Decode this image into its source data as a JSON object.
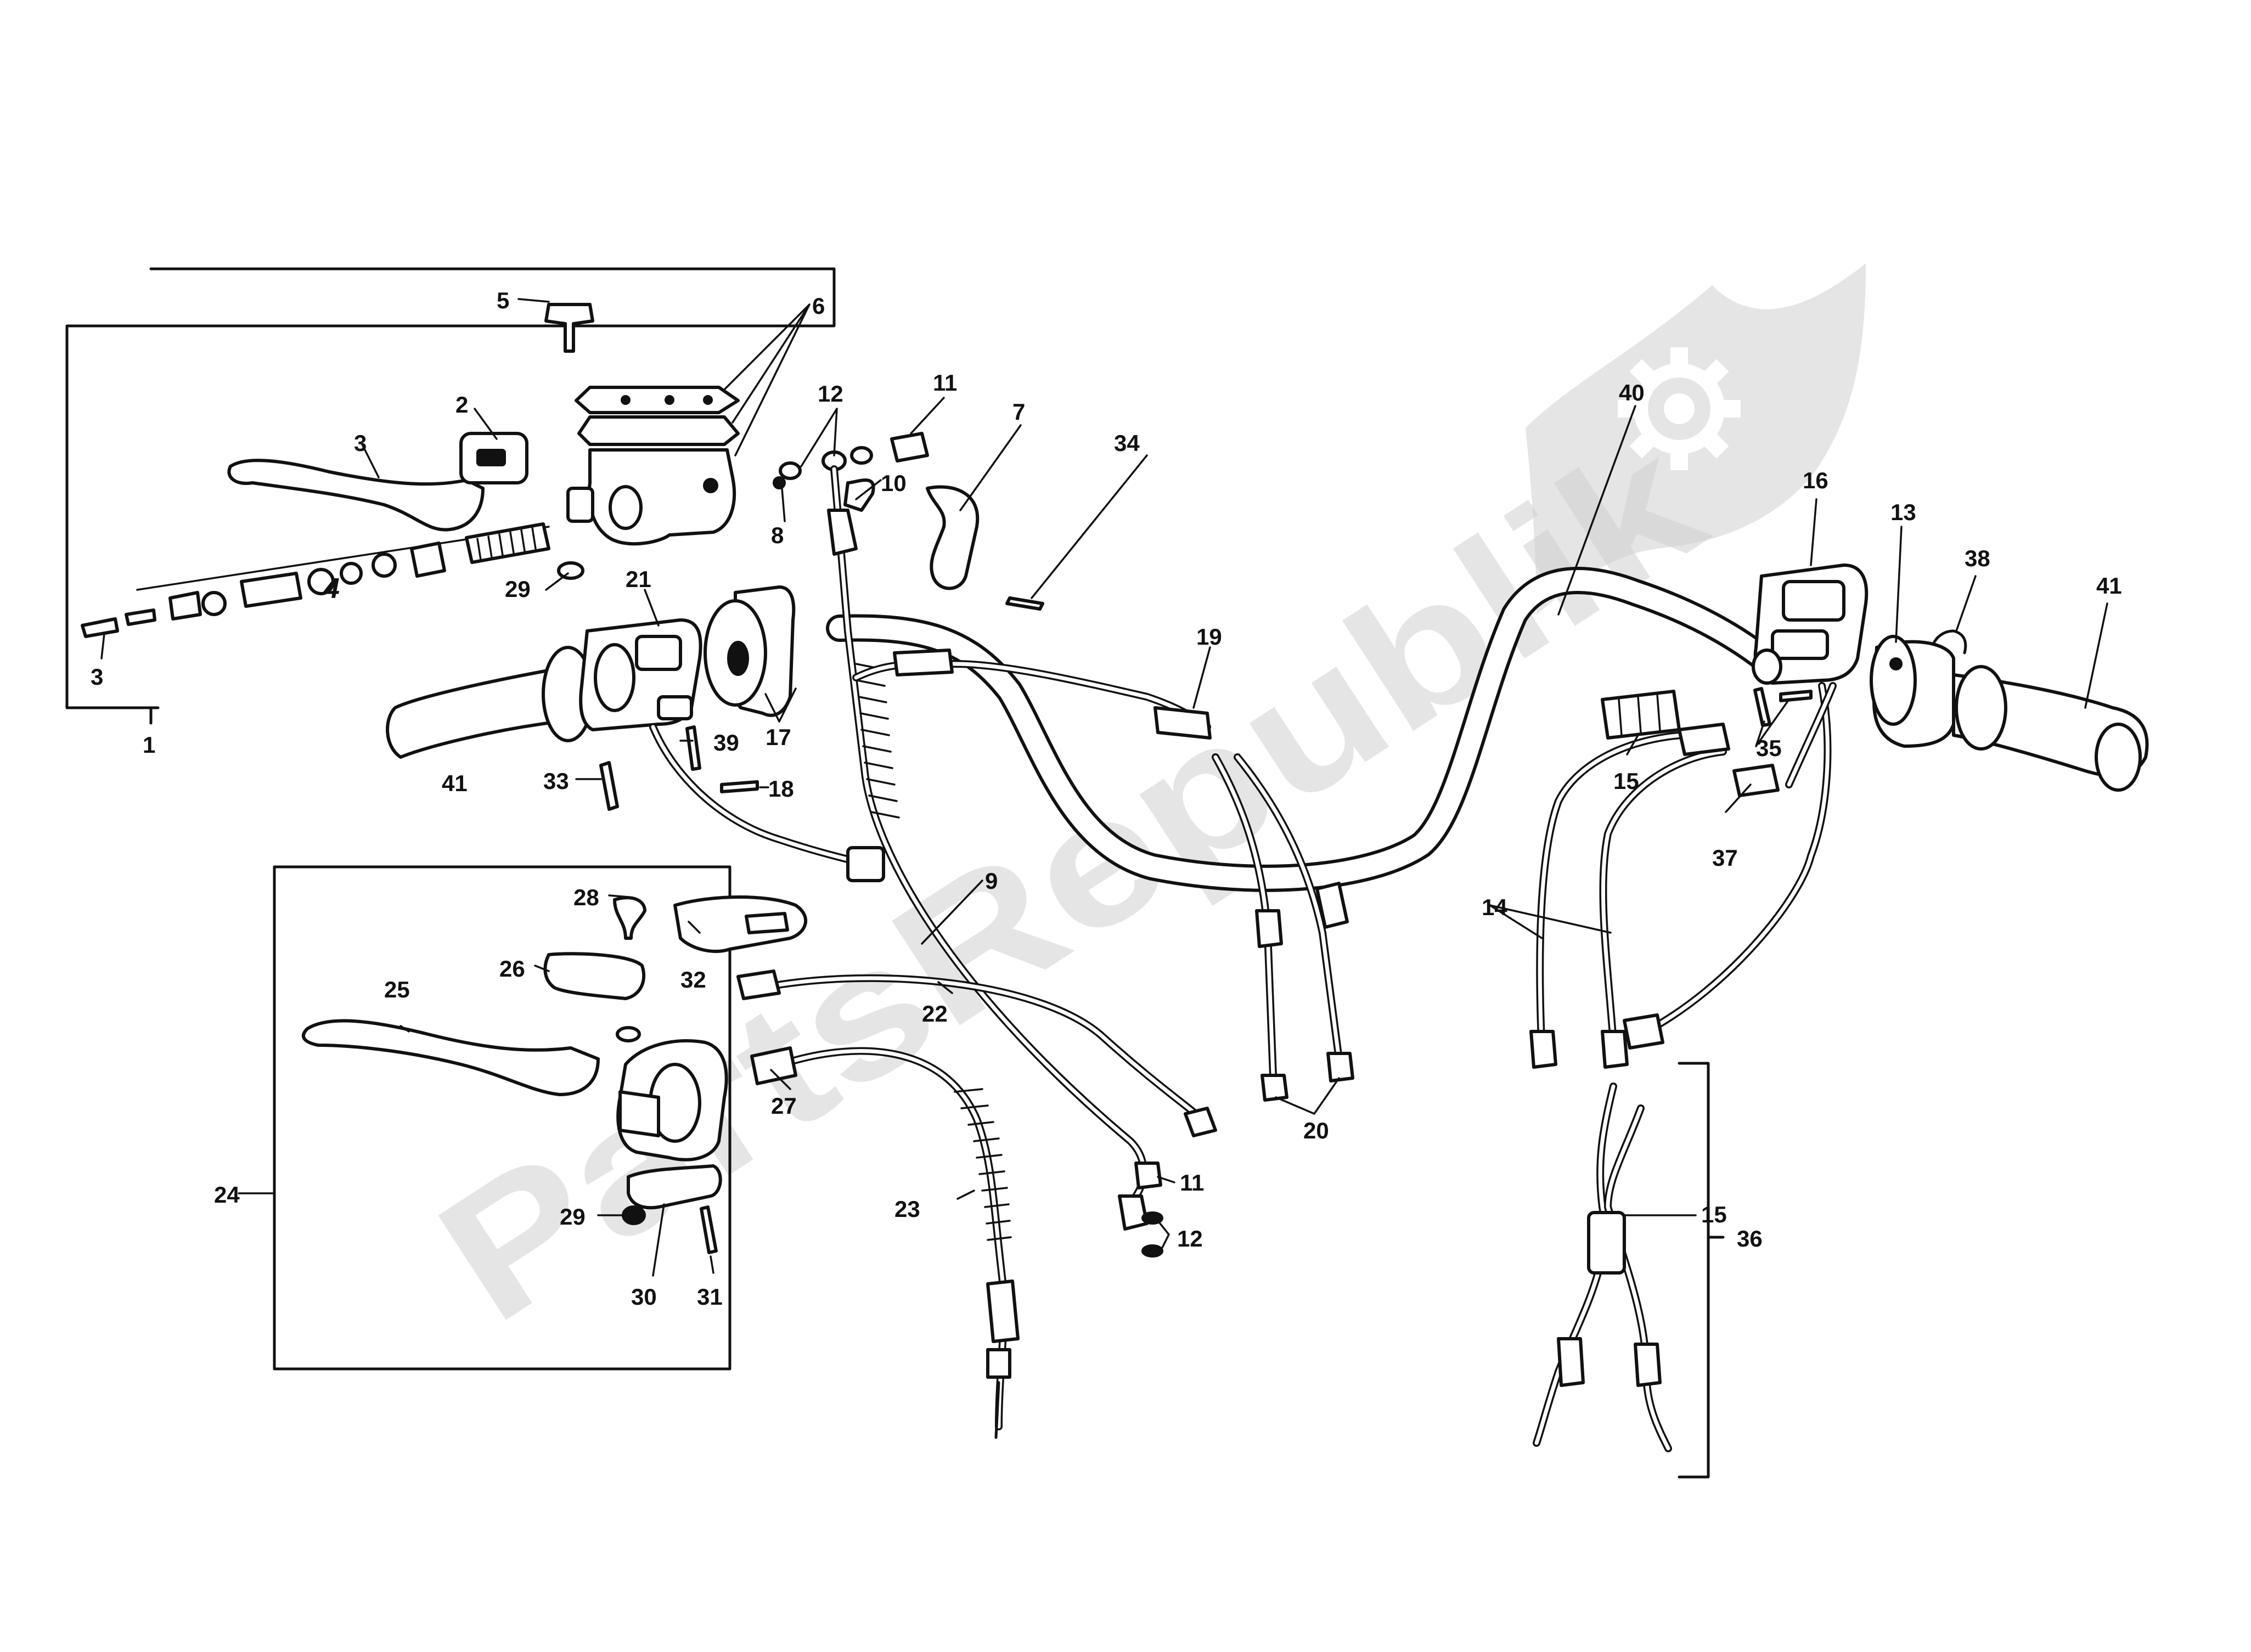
{
  "diagram": {
    "watermark": "PartsRepublik",
    "labels": [
      {
        "id": "l5",
        "text": "5"
      },
      {
        "id": "l6",
        "text": "6"
      },
      {
        "id": "l2",
        "text": "2"
      },
      {
        "id": "l3a",
        "text": "3"
      },
      {
        "id": "l12a",
        "text": "12"
      },
      {
        "id": "l11a",
        "text": "11"
      },
      {
        "id": "l7",
        "text": "7"
      },
      {
        "id": "l34",
        "text": "34"
      },
      {
        "id": "l10",
        "text": "10"
      },
      {
        "id": "l8",
        "text": "8"
      },
      {
        "id": "l29a",
        "text": "29"
      },
      {
        "id": "l4",
        "text": "4"
      },
      {
        "id": "l3b",
        "text": "3"
      },
      {
        "id": "l1",
        "text": "1"
      },
      {
        "id": "l21",
        "text": "21"
      },
      {
        "id": "l17",
        "text": "17"
      },
      {
        "id": "l39",
        "text": "39"
      },
      {
        "id": "l41a",
        "text": "41"
      },
      {
        "id": "l33",
        "text": "33"
      },
      {
        "id": "l18",
        "text": "18"
      },
      {
        "id": "l19",
        "text": "19"
      },
      {
        "id": "l9",
        "text": "9"
      },
      {
        "id": "l40",
        "text": "40"
      },
      {
        "id": "l16",
        "text": "16"
      },
      {
        "id": "l13",
        "text": "13"
      },
      {
        "id": "l38",
        "text": "38"
      },
      {
        "id": "l41b",
        "text": "41"
      },
      {
        "id": "l35",
        "text": "35"
      },
      {
        "id": "l15a",
        "text": "15"
      },
      {
        "id": "l37",
        "text": "37"
      },
      {
        "id": "l14",
        "text": "14"
      },
      {
        "id": "l20",
        "text": "20"
      },
      {
        "id": "l28",
        "text": "28"
      },
      {
        "id": "l26",
        "text": "26"
      },
      {
        "id": "l32",
        "text": "32"
      },
      {
        "id": "l22",
        "text": "22"
      },
      {
        "id": "l25",
        "text": "25"
      },
      {
        "id": "l27",
        "text": "27"
      },
      {
        "id": "l24",
        "text": "24"
      },
      {
        "id": "l23",
        "text": "23"
      },
      {
        "id": "l11b",
        "text": "11"
      },
      {
        "id": "l12b",
        "text": "12"
      },
      {
        "id": "l29b",
        "text": "29"
      },
      {
        "id": "l30",
        "text": "30"
      },
      {
        "id": "l31",
        "text": "31"
      },
      {
        "id": "l15b",
        "text": "15"
      },
      {
        "id": "l36",
        "text": "36"
      }
    ]
  }
}
